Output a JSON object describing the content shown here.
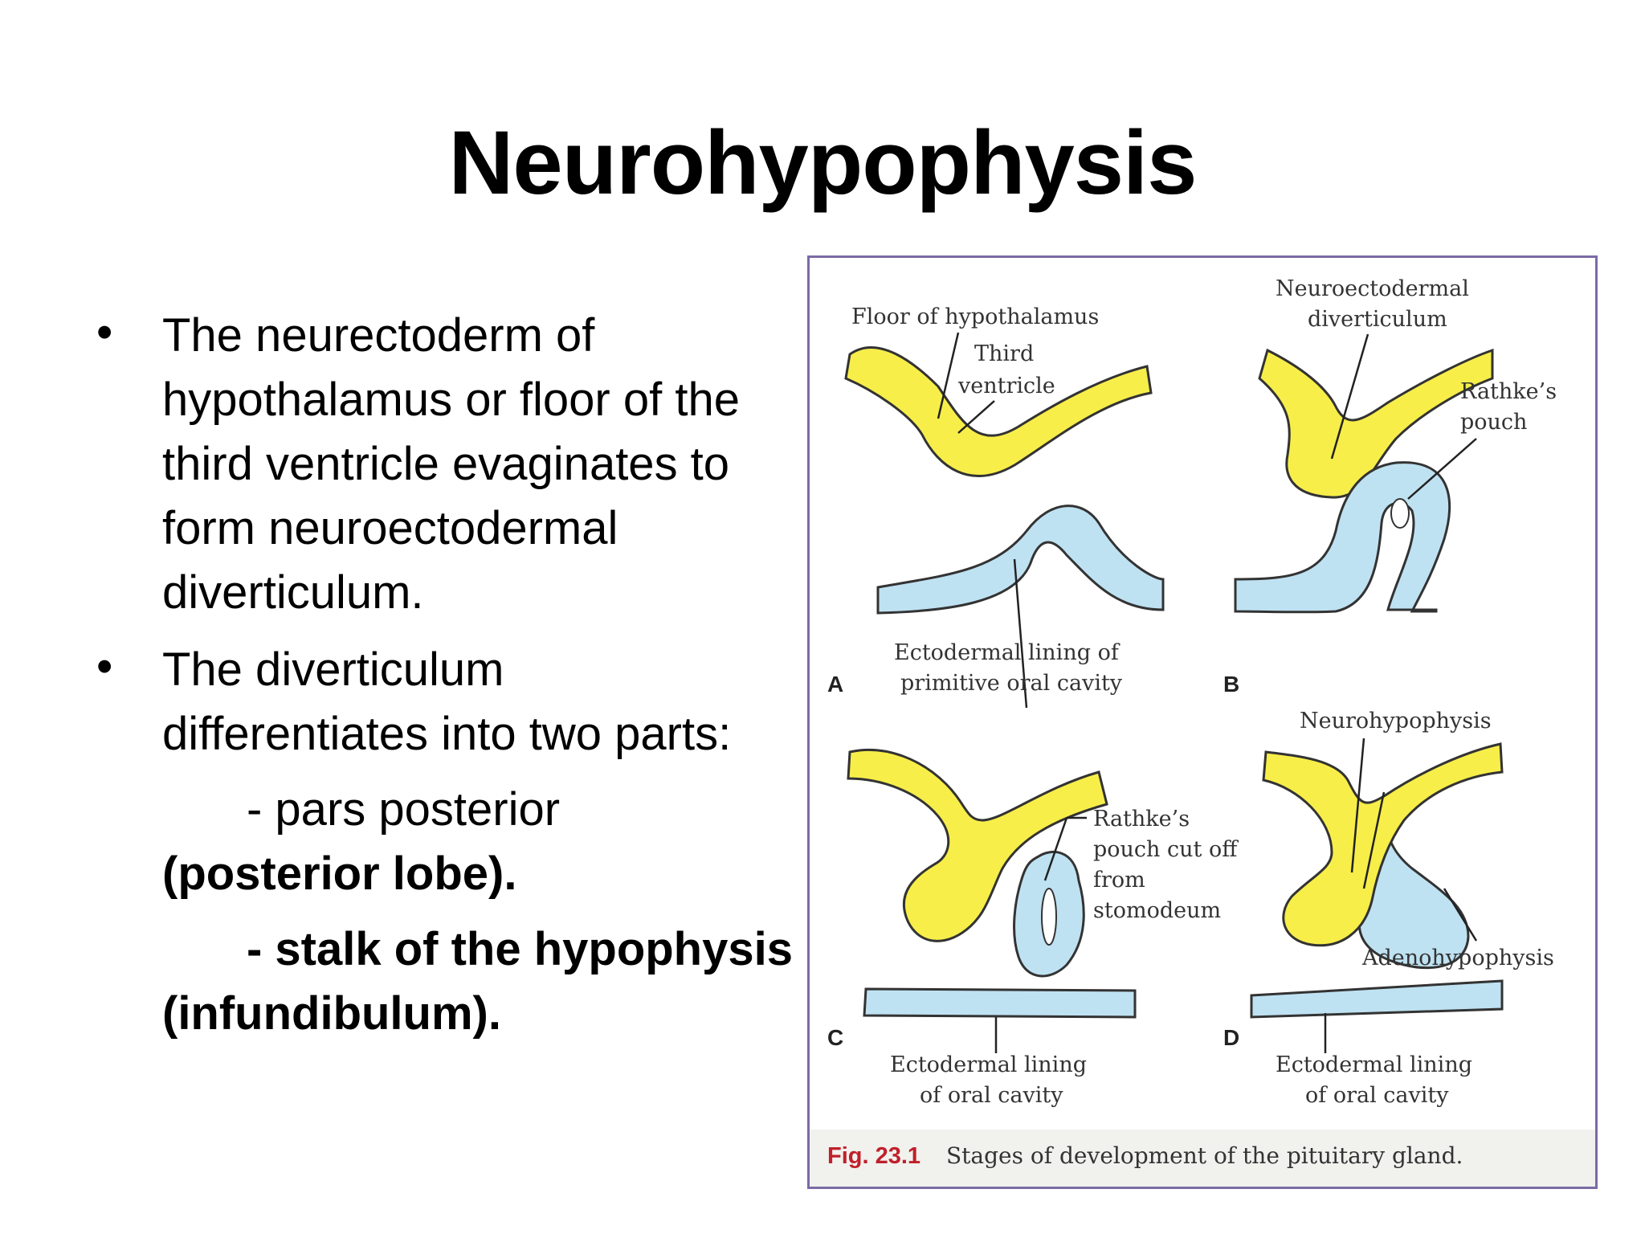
{
  "slide": {
    "title": "Neurohypophysis",
    "bullets": [
      {
        "text_lines": [
          "The  neurectoderm of",
          "hypothalamus or floor of the",
          "third ventricle evaginates  to",
          "form neuroectodermal",
          "diverticulum."
        ]
      },
      {
        "text_lines": [
          "The diverticulum",
          "differentiates into two parts:"
        ],
        "subitems": [
          {
            "prefix": "- pars posterior",
            "detail": "(posterior lobe)."
          },
          {
            "prefix": "- stalk of the hypophysis",
            "detail": "(infundibulum)."
          }
        ]
      }
    ],
    "bullet_glyph": "•"
  },
  "figure": {
    "panels": [
      "A",
      "B",
      "C",
      "D"
    ],
    "labels": {
      "floor_of_hypothalamus": "Floor of hypothalamus",
      "third_ventricle_1": "Third",
      "third_ventricle_2": "ventricle",
      "ectodermal_primitive_1": "Ectodermal lining of",
      "ectodermal_primitive_2": "primitive oral cavity",
      "neuroectodermal_1": "Neuroectodermal",
      "neuroectodermal_2": "diverticulum",
      "rathkes_pouch_1": "Rathke’s",
      "rathkes_pouch_2": "pouch",
      "rathkes_cut_1": "Rathke’s",
      "rathkes_cut_2": "pouch cut off",
      "rathkes_cut_3": "from",
      "rathkes_cut_4": "stomodeum",
      "neurohypophysis": "Neurohypophysis",
      "adenohypophysis": "Adenohypophysis",
      "ectodermal_oral_1": "Ectodermal lining",
      "ectodermal_oral_2": "of oral cavity"
    },
    "caption_number": "Fig. 23.1",
    "caption_text": "Stages of development of the pituitary gland.",
    "colors": {
      "neuroectoderm": "#f7ee4a",
      "oral_ectoderm": "#bfe2f2",
      "border": "#7b6aa6",
      "caption_number": "#c0202a",
      "caption_bg": "#f1f1ee"
    }
  }
}
